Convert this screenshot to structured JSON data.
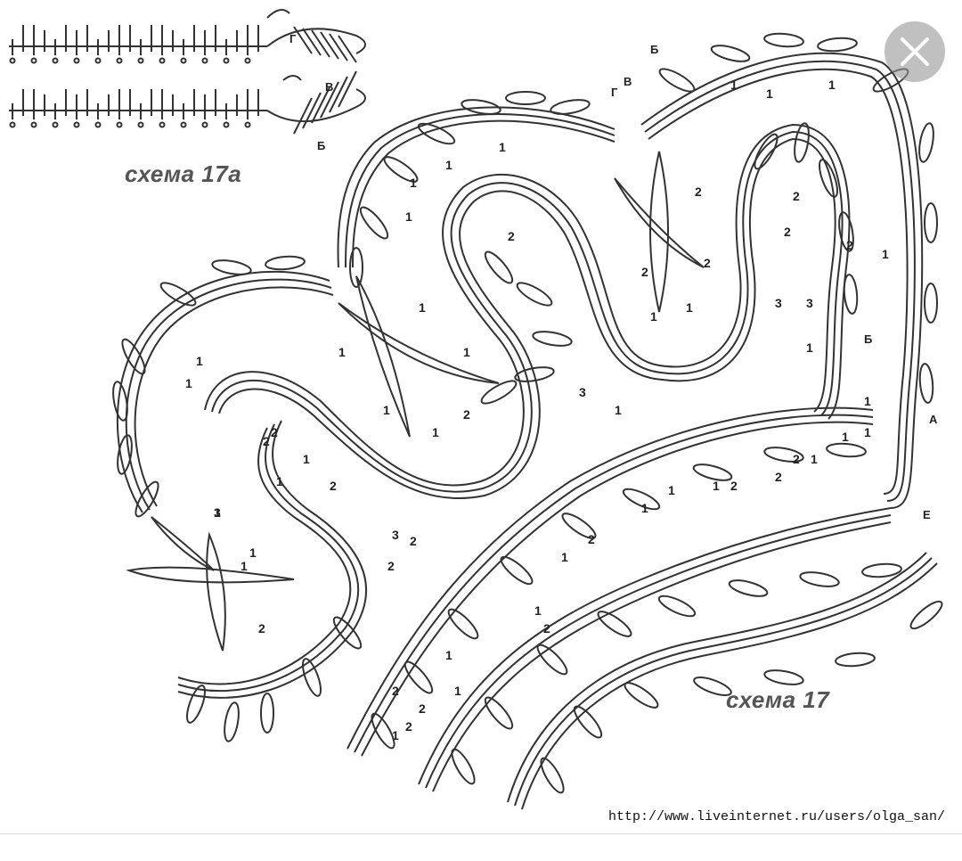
{
  "scheme_small_caption": "схема 17а",
  "scheme_main_caption": "схема 17",
  "source_url": "http://www.liveinternet.ru/users/olga_san/",
  "colors": {
    "line": "#333333",
    "caption": "#555555",
    "close_bg": "#969696"
  },
  "icons": {
    "close": "close-icon"
  },
  "point_labels": [
    {
      "text": "Г"
    },
    {
      "text": "В"
    },
    {
      "text": "Б"
    },
    {
      "text": "В"
    },
    {
      "text": "Г"
    },
    {
      "text": "Б"
    },
    {
      "text": "Б"
    },
    {
      "text": "А"
    },
    {
      "text": "Е"
    }
  ],
  "chain_counts": [
    "1",
    "1",
    "1",
    "1",
    "1",
    "2",
    "1",
    "1",
    "1",
    "1",
    "2",
    "3",
    "3",
    "3",
    "1",
    "1",
    "1",
    "2",
    "2",
    "1",
    "1",
    "1",
    "2",
    "1",
    "2",
    "1",
    "1",
    "1",
    "2",
    "1",
    "1",
    "1",
    "2",
    "1",
    "2",
    "3",
    "2",
    "2",
    "1",
    "1",
    "2",
    "2",
    "1",
    "2",
    "1",
    "2",
    "1",
    "2",
    "1",
    "1",
    "1",
    "2",
    "2",
    "2",
    "1",
    "1",
    "1",
    "2",
    "2",
    "2",
    "3",
    "1",
    "1"
  ]
}
